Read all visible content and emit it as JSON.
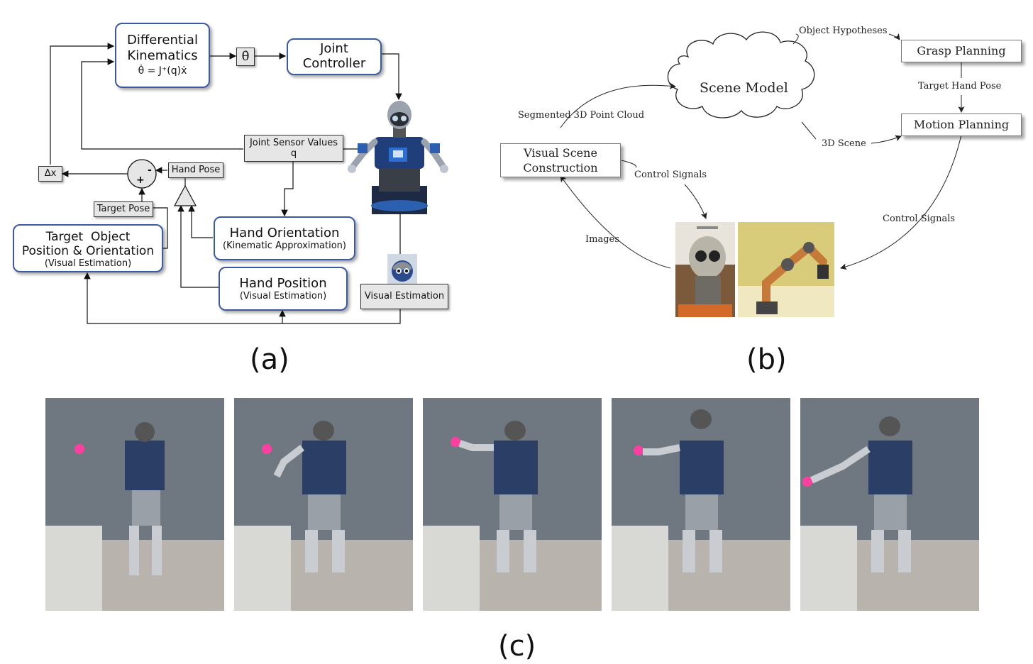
{
  "panel_a": {
    "diff_kin_title": "Differential Kinematics",
    "diff_kin_eq": "θ̇ = J⁺(q)ẋ",
    "theta_dot": "θ̇",
    "joint_controller": "Joint Controller",
    "joint_sensor_title": "Joint Sensor Values",
    "joint_sensor_q": "q",
    "delta_x": "Δx",
    "minus": "-",
    "plus": "+",
    "hand_pose": "Hand Pose",
    "target_pose": "Target Pose",
    "target_obj_line1": "Target  Object",
    "target_obj_line2": "Position & Orientation",
    "target_obj_sub": "(Visual Estimation)",
    "hand_orient_title": "Hand Orientation",
    "hand_orient_sub": "(Kinematic Approximation)",
    "hand_pos_title": "Hand Position",
    "hand_pos_sub": "(Visual Estimation)",
    "visual_estimation": "Visual Estimation",
    "caption": "(a)"
  },
  "panel_b": {
    "object_hypotheses": "Object Hypotheses",
    "grasp_planning": "Grasp Planning",
    "target_hand_pose": "Target Hand Pose",
    "scene_model": "Scene Model",
    "segmented_cloud": "Segmented 3D Point Cloud",
    "motion_planning": "Motion Planning",
    "scene_3d": "3D Scene",
    "visual_scene_line1": "Visual Scene",
    "visual_scene_line2": "Construction",
    "control_signals_left": "Control Signals",
    "control_signals_right": "Control Signals",
    "images": "Images",
    "caption": "(b)"
  },
  "panel_c": {
    "caption": "(c)",
    "frames": 5
  }
}
